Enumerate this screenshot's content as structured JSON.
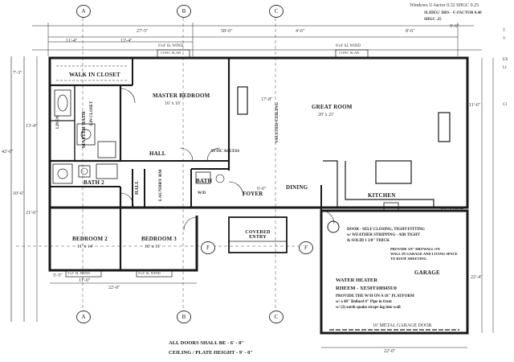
{
  "header_notes": {
    "line1": "Windows  U-factor 0.32  SHGC 0.25",
    "line2": "SLIDEG' DRS - U-FACTOR 0.48",
    "line3": "SHGC .25"
  },
  "grid_bubbles": {
    "a": "A",
    "b": "B",
    "c": "C",
    "f": "F"
  },
  "rooms": {
    "walk_in_closet": "WALK IN CLOSET",
    "master_bedroom": "MASTER BEDROOM",
    "master_bedroom_size": "16' x 16'",
    "master_bath": "MASTER BATH",
    "great_room": "GREAT ROOM",
    "great_room_size": "20' x 21'",
    "hall": "HALL",
    "hall_vertical": "HALL",
    "laundry": "LAUNDRY RM",
    "bath": "BATH",
    "bath2": "BATH 2",
    "foyer": "FOYER",
    "dining": "DINING",
    "kitchen": "KITCHEN",
    "bedroom2": "BEDROOM 2",
    "bedroom2_size": "11' x 14'",
    "bedroom3": "BEDROOM 3",
    "bedroom3_size": "10' x 11'",
    "covered_entry": "COVERED ENTRY",
    "garage": "GARAGE"
  },
  "dims": {
    "top1": "27'-5\"",
    "top2": "58'-0\"",
    "top3": "11'-4\"",
    "top4": "13'-4\"",
    "top5": "4'-6\"",
    "top6": "8'-6\"",
    "top7": "9'-6\"",
    "left1": "7'-3\"",
    "left2": "13'-4\"",
    "left3": "42'-6\"",
    "left4": "21'-6\"",
    "left5": "10'-6\"",
    "bottom1": "22'-0\"",
    "bottom2": "5'-5\"",
    "bottom3": "11'-0\"",
    "bottom4": "22'-0\"",
    "right1": "11'-6\"",
    "right2": "22'-4\"",
    "gr_height": "17'-8\"",
    "foyer_dim": "6'-6\""
  },
  "window_tags": {
    "w1": "6'x4' SL WIND",
    "w2": "CONC SLAB",
    "w3": "6'x4' SL WIND",
    "w4": "CONC SLAB",
    "w5": "5'x3' SL WIND",
    "w6": "5'x3' SL WIND"
  },
  "annotations": {
    "linen": "LINEN",
    "attic": "ATTIC ACCESS",
    "vaulted": "VAULTED CEILING",
    "door_note1": "DOOR - SELF CLOSING, TIGHT-FITTING",
    "door_note2": "w/ WEATHER STRIPPING - AIR TIGHT",
    "door_note3": "& SOLID 1 3/8\" THICK",
    "drywall1": "PROVIDE 5/8\" DRYWALL ON",
    "drywall2": "WALL IN GARAGE AND LIVING SPACE",
    "drywall3": "TO ROOF SHEETING",
    "wh_title": "WATER HEATER",
    "wh_model": "RHEEM - XE50T10H45U0",
    "wh_note1": "PROVIDE THE W/H ON A 18\" PLATFORM",
    "wh_note2": "w/ a 48\" Bollard 4\" Pipe in front",
    "wh_note3": "w/ (2) earth quake straps lag into wall",
    "garage_door": "16' METAL GARAGE DOOR",
    "conc_slab": "CONC SLAB",
    "hall_closet": "LIN CLOSET",
    "washer": "W/D"
  },
  "bottom_notes": {
    "doors": "ALL DOORS SHALL BE - 6' - 8\"",
    "ceiling": "CEILING / PLATE HEIGHT - 9' - 0\""
  },
  "right_margin": {
    "t1": "T",
    "t2": "V",
    "t3": "EX",
    "t4": "LI",
    "t5": "CI"
  }
}
